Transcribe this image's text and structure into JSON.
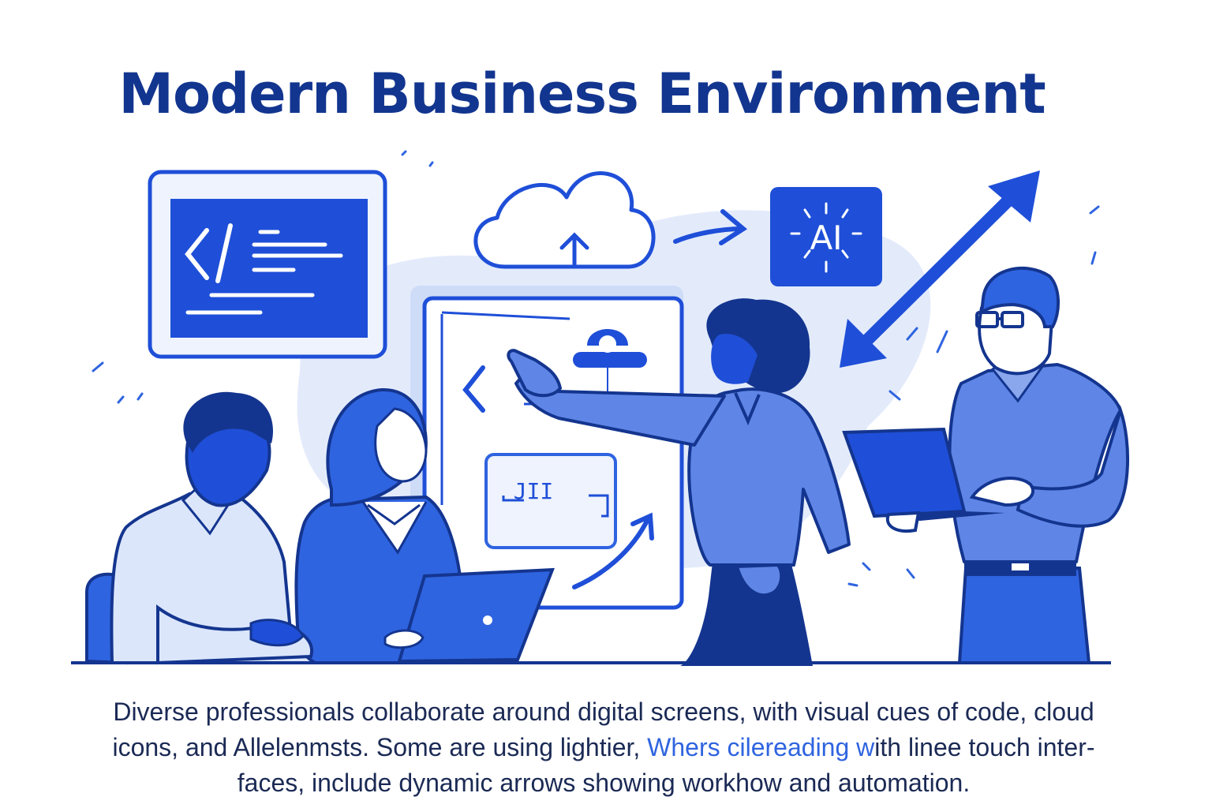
{
  "title": "Modern Business Environment",
  "caption": {
    "line1": "Diverse professionals collaborate around digital screens, with visual cues of code, cloud",
    "line2a": "icons, and Allelenmsts. Some are using lightier, ",
    "line2b": "Whers cilereading w",
    "line2c": "ith linee touch inter-",
    "line3": "faces, include dynamic arrows showing workhow and automation."
  },
  "screen_ai": {
    "label": "AI"
  },
  "whiteboard": {
    "button_text": "JII"
  },
  "colors": {
    "primary": "#1f4fd8",
    "navy": "#12358f",
    "light": "#dbe6fb",
    "medium": "#5f86e6"
  }
}
